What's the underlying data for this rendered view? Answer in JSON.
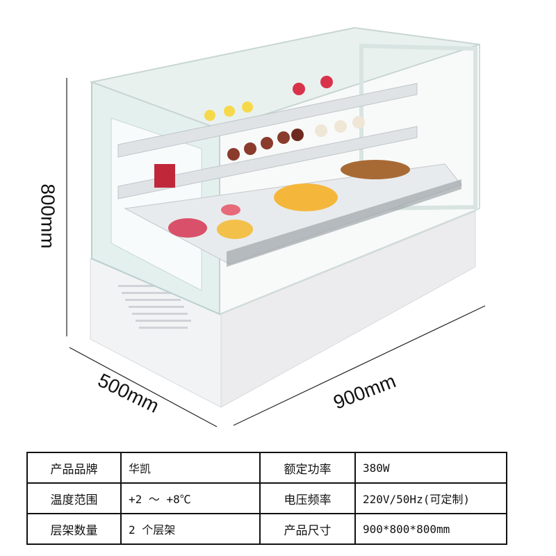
{
  "dimensions": {
    "height": "800mm",
    "depth": "500mm",
    "width": "900mm"
  },
  "specs": [
    {
      "key": "产品品牌",
      "value": "华凯",
      "key2": "额定功率",
      "value2": "380W"
    },
    {
      "key": "温度范围",
      "value": "+2 ～ +8℃",
      "key2": "电压频率",
      "value2": "220V/50Hz(可定制)"
    },
    {
      "key": "层架数量",
      "value": "2 个层架",
      "key2": "产品尺寸",
      "value2": "900*800*800mm"
    }
  ]
}
